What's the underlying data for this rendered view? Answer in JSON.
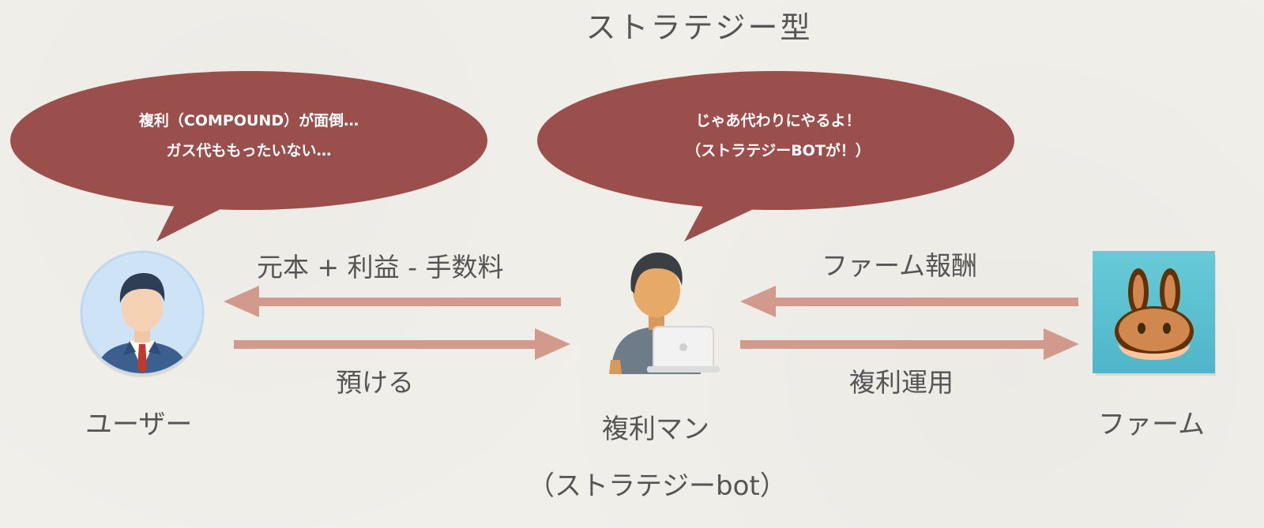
{
  "title": "ストラテジー型",
  "user_bubble": {
    "line1": "複利（COMPOUND）が面倒…",
    "line2": "ガス代ももったいない…"
  },
  "bot_bubble": {
    "line1": "じゃあ代わりにやるよ！",
    "line2": "（ストラテジーBOTが！）"
  },
  "flows": {
    "bot_to_user": "元本 + 利益 - 手数料",
    "user_to_bot": "預ける",
    "farm_to_bot": "ファーム報酬",
    "bot_to_farm": "複利運用"
  },
  "actors": {
    "user": "ユーザー",
    "bot": "複利マン",
    "bot_sub": "（ストラテジーbot）",
    "farm": "ファーム"
  },
  "colors": {
    "bubble": "#9b4f4c",
    "arrow": "#d29a8c",
    "text": "#555555"
  },
  "icons": {
    "user": "businessman-avatar-icon",
    "bot": "person-with-laptop-icon",
    "farm": "pancake-bunny-icon"
  }
}
